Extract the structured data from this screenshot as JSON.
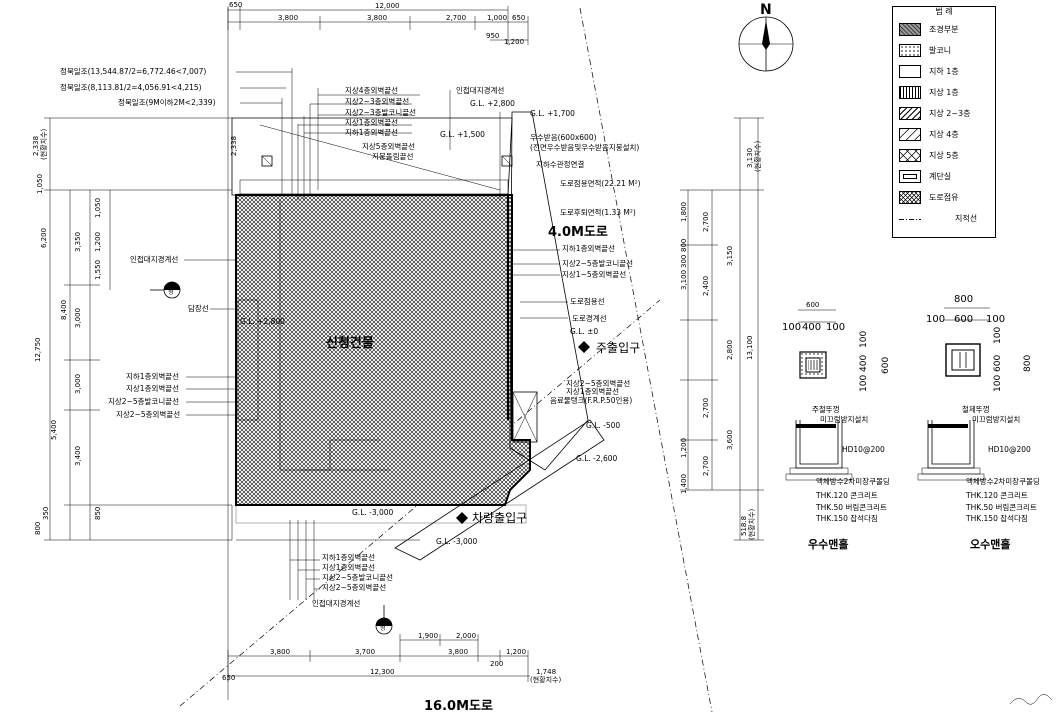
{
  "legend": {
    "title": "범 례",
    "items": [
      {
        "label": "조경부분",
        "pattern": "dark-hatch"
      },
      {
        "label": "발코니",
        "pattern": "dots"
      },
      {
        "label": "지하 1층",
        "pattern": "blank"
      },
      {
        "label": "지상 1층",
        "pattern": "vertical"
      },
      {
        "label": "지상 2~3층",
        "pattern": "diagonal"
      },
      {
        "label": "지상 4층",
        "pattern": "diagonal-light"
      },
      {
        "label": "지상 5층",
        "pattern": "cross"
      },
      {
        "label": "계단실",
        "pattern": "small-box"
      },
      {
        "label": "도로점유",
        "pattern": "cross-hatch"
      },
      {
        "label": "지적선",
        "pattern": "dash-line"
      }
    ]
  },
  "compass": {
    "north": "N"
  },
  "top_dims": {
    "total": "12,000",
    "left_small": "650",
    "parts": [
      "3,800",
      "3,800",
      "2,700",
      "1,000",
      "650"
    ],
    "sub": [
      "950",
      "1,200"
    ]
  },
  "bottom_dims": {
    "row1": [
      "1,900",
      "2,000"
    ],
    "row2": [
      "3,800",
      "3,700",
      "3,800",
      "1,200"
    ],
    "small_left": "200",
    "total": "12,300",
    "left_small": "650",
    "right_note": "1,748",
    "right_sub": "(현황치수)"
  },
  "left_dims": {
    "col_outer": [
      "2,338",
      "(현황치수)",
      "1,050",
      "6,200",
      "12,750",
      "5,400",
      "800",
      "350"
    ],
    "col_inner": [
      "3,350",
      "1,050",
      "3,000",
      "3,000",
      "3,400",
      "8,400",
      "850",
      "1,200",
      "1,550"
    ],
    "top_small": "2,338"
  },
  "right_dims": {
    "col1": [
      "3,130",
      "(현황치수)",
      "1,800",
      "2,700",
      "3,150",
      "2,400",
      "2,800",
      "2,700",
      "1,200",
      "1,400",
      "2,700"
    ],
    "col2": [
      "13,100",
      "3,600",
      "800",
      "3,100",
      "518.8",
      "(현황치수)"
    ],
    "small": "300"
  },
  "notes_top_left": [
    "정북일조(13,544.87/2=6,772.46<7,007)",
    "정북일조(8,113.81/2=4,056.91<4,215)",
    "정북일조(9M이하2M<2,339)"
  ],
  "labels_top": [
    "지상4층외벽끝선",
    "지상2~3층외벽끝선",
    "지상2~3층발코니끝선",
    "지상1층외벽끝선",
    "지하1층외벽끝선",
    "지상5층외벽끝선",
    "지붕돌림끝선",
    "인접대지경계선"
  ],
  "gl_labels": [
    "G.L. +2,800",
    "G.L. +1,700",
    "G.L. +1,500",
    "G.L. +2,800",
    "G.L. ±0",
    "G.L. -500",
    "G.L. -2,600",
    "G.L. -3,000",
    "G.L. -3,000"
  ],
  "labels_right": [
    "우수받음(600x600)",
    "(전면우수받음및우수받음지붕설치)",
    "지하수관정연결",
    "도로점용면적(22.21 M²)",
    "도로후퇴면적(1.33 M²)",
    "지하1층외벽끝선",
    "지상2~5층발코니끝선",
    "지상1~5층외벽끝선",
    "도로점용선",
    "도로경계선",
    "지상2~5층외벽끝선",
    "지상1층외벽끝선",
    "음료물탱크(F.R.P.50인용)"
  ],
  "labels_left": [
    "인접대지경계선",
    "담장선",
    "지하1층외벽끝선",
    "지상1층외벽끝선",
    "지상2~5층발코니끝선",
    "지상2~5층외벽끝선"
  ],
  "labels_bottom": [
    "지하1층외벽끝선",
    "지상1층외벽끝선",
    "지상2~5층발코니끝선",
    "지상2~5층외벽끝선",
    "인접대지경계선"
  ],
  "plan": {
    "building": "신청건물",
    "main_entrance": "주출입구",
    "car_entrance": "차량출입구",
    "road_east": "4.0M도로",
    "road_south": "16.0M도로",
    "symbol_left": "형",
    "symbol_bottom": "형"
  },
  "details": [
    {
      "title": "우수맨홀",
      "top_dim": "600",
      "sub_dims": [
        "100",
        "400",
        "100"
      ],
      "side_dims": [
        "100",
        "400",
        "100"
      ],
      "side_total": "600",
      "notes": [
        "주철뚜껑",
        "미끄럼방지설치",
        "HD10@200",
        "액체방수2차미장쿠몰딩",
        "THK.120 콘크리트",
        "THK.50 버림콘크리트",
        "THK.150 잡석다짐"
      ]
    },
    {
      "title": "오수맨홀",
      "top_dim": "800",
      "sub_dims": [
        "100",
        "600",
        "100"
      ],
      "side_dims": [
        "100",
        "600",
        "100"
      ],
      "side_total": "800",
      "notes": [
        "철제뚜껑",
        "미끄럼방지설치",
        "HD10@200",
        "액체방수2차미장쿠몰딩",
        "THK.120 콘크리트",
        "THK.50 버림콘크리트",
        "THK.150 잡석다짐"
      ]
    }
  ]
}
